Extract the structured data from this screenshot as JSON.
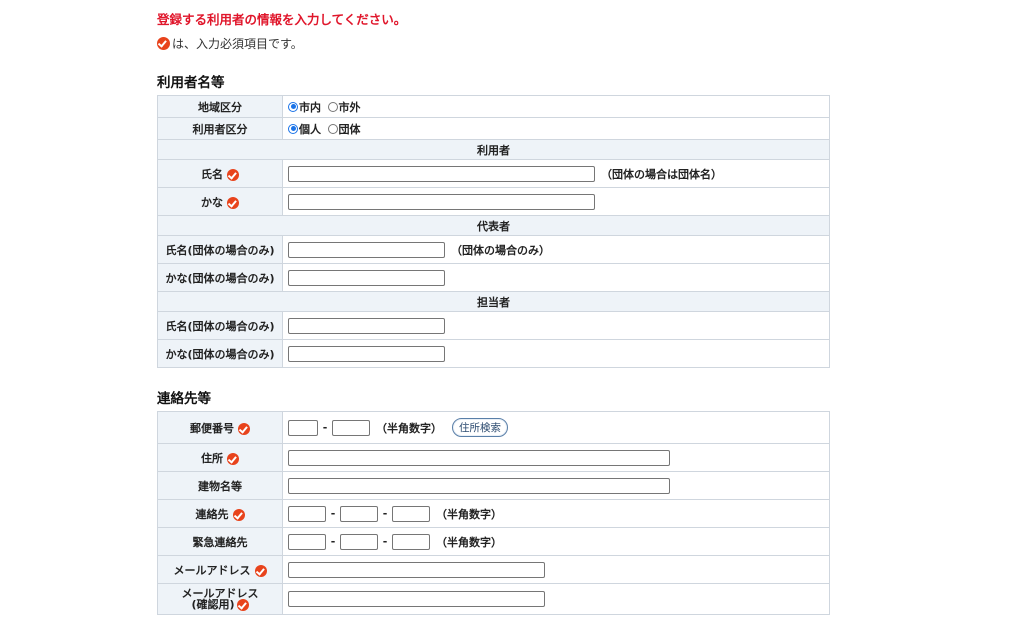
{
  "intro": "登録する利用者の情報を入力してください。",
  "note": "は、入力必須項目です。",
  "section1": {
    "title": "利用者名等",
    "region": {
      "label": "地域区分",
      "options": [
        "市内",
        "市外"
      ],
      "selected": "市内"
    },
    "user_type": {
      "label": "利用者区分",
      "options": [
        "個人",
        "団体"
      ],
      "selected": "個人"
    },
    "user_header": "利用者",
    "user_name": {
      "label": "氏名",
      "value": "",
      "hint": "（団体の場合は団体名）"
    },
    "user_kana": {
      "label": "かな",
      "value": ""
    },
    "rep_header": "代表者",
    "rep_name": {
      "label": "氏名(団体の場合のみ)",
      "value": "",
      "hint": "（団体の場合のみ）"
    },
    "rep_kana": {
      "label": "かな(団体の場合のみ)",
      "value": ""
    },
    "staff_header": "担当者",
    "staff_name": {
      "label": "氏名(団体の場合のみ)",
      "value": ""
    },
    "staff_kana": {
      "label": "かな(団体の場合のみ)",
      "value": ""
    }
  },
  "section2": {
    "title": "連絡先等",
    "postal": {
      "label": "郵便番号",
      "separator": "-",
      "hint": "（半角数字）",
      "button": "住所検索"
    },
    "address": {
      "label": "住所",
      "value": ""
    },
    "building": {
      "label": "建物名等",
      "value": ""
    },
    "phone": {
      "label": "連絡先",
      "separator": "-",
      "hint": "（半角数字）"
    },
    "emergency": {
      "label": "緊急連絡先",
      "separator": "-",
      "hint": "（半角数字）"
    },
    "email": {
      "label": "メールアドレス",
      "value": ""
    },
    "email_confirm": {
      "label_line1": "メールアドレス",
      "label_line2": "(確認用)",
      "value": ""
    }
  },
  "colors": {
    "required": "#e8431c",
    "intro": "#e0162b",
    "label_bg": "#eef3f8",
    "border": "#cfd6de"
  }
}
